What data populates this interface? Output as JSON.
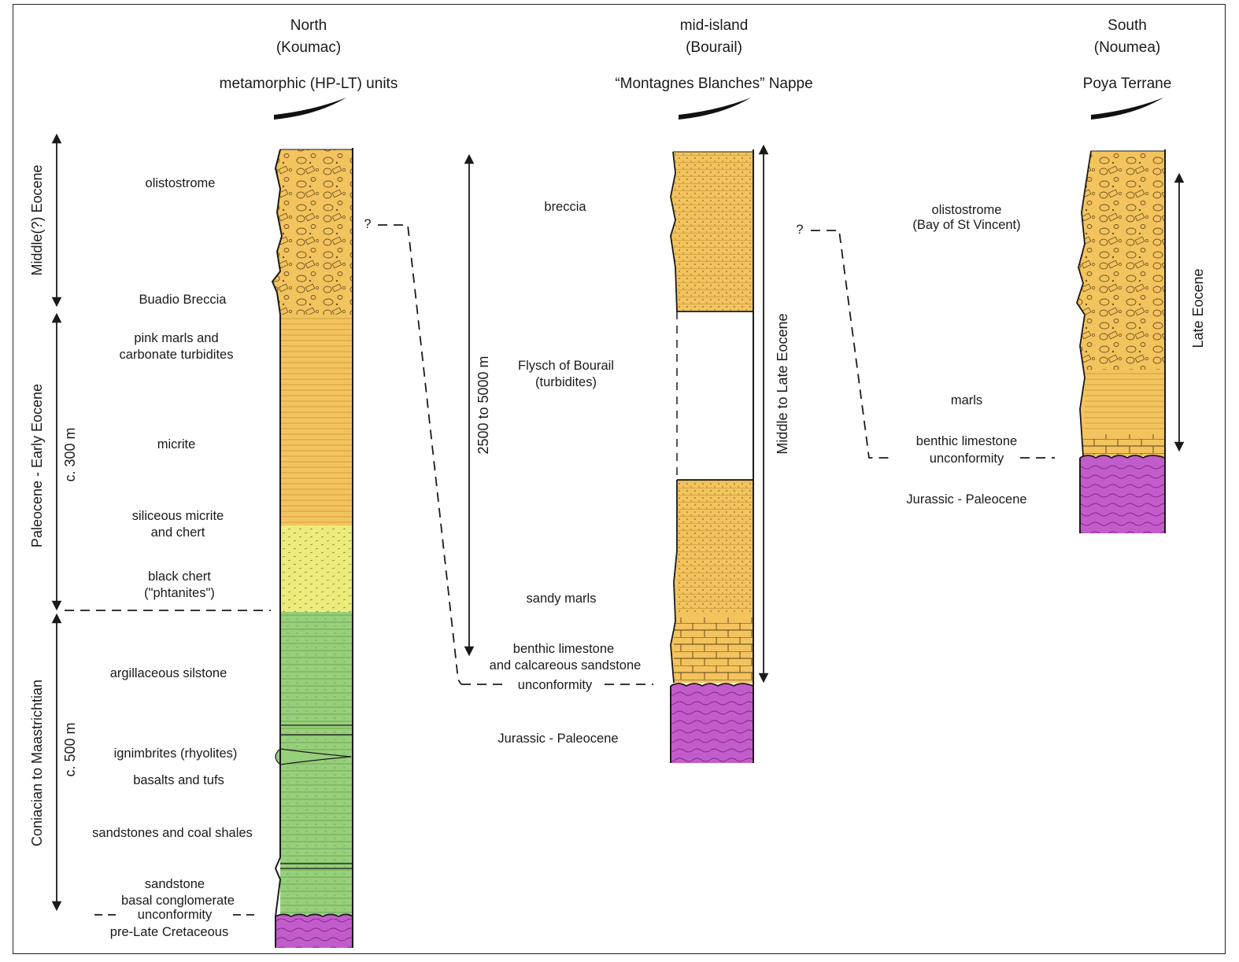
{
  "colors": {
    "eocene_sediment": "#f3c35e",
    "chert": "#ecec7c",
    "cretaceous_green": "#97cf7a",
    "basement_magenta": "#c35ccb",
    "outline": "#1a1a1a"
  },
  "columns": {
    "north": {
      "name": "North",
      "locality": "(Koumac)",
      "unit": "metamorphic (HP-LT) units",
      "age_eocene": "Middle(?) Eocene",
      "age_paleocene": "Paleocene - Early Eocene",
      "thickness_paleocene": "c. 300 m",
      "age_cretaceous": "Coniacian to Maastrichtian",
      "thickness_cretaceous": "c. 500 m",
      "layers": {
        "olistostrome": "olistostrome",
        "buadio": "Buadio Breccia",
        "pink1": "pink marls and",
        "pink2": "carbonate turbidites",
        "micrite": "micrite",
        "siliceous1": "siliceous micrite",
        "siliceous2": "and chert",
        "black1": "black chert",
        "black2": "(\"phtanites\")",
        "argillaceous": "argillaceous silstone",
        "ignimbrites": "ignimbrites (rhyolites)",
        "basalts": "basalts and tufs",
        "sandstones_coal": "sandstones and coal shales",
        "sandstone": "sandstone",
        "basal": "basal conglomerate",
        "unconformity": "unconformity",
        "pre": "pre-Late Cretaceous"
      }
    },
    "mid": {
      "name": "mid-island",
      "locality": "(Bourail)",
      "unit": "“Montagnes Blanches” Nappe",
      "thickness": "2500 to 5000 m",
      "age": "Middle to Late Eocene",
      "question": "?",
      "layers": {
        "breccia": "breccia",
        "flysch1": "Flysch of Bourail",
        "flysch2": "(turbidites)",
        "sandy": "sandy marls",
        "benthic1": "benthic limestone",
        "benthic2": "and calcareous sandstone",
        "unconformity": "unconformity",
        "jurassic": "Jurassic - Paleocene"
      }
    },
    "south": {
      "name": "South",
      "locality": "(Noumea)",
      "unit": "Poya Terrane",
      "age": "Late Eocene",
      "question": "?",
      "layers": {
        "olisto1": "olistostrome",
        "olisto2": "(Bay of St Vincent)",
        "marls": "marls",
        "benthic": "benthic limestone",
        "unconformity": "unconformity",
        "jurassic": "Jurassic - Paleocene"
      }
    }
  }
}
